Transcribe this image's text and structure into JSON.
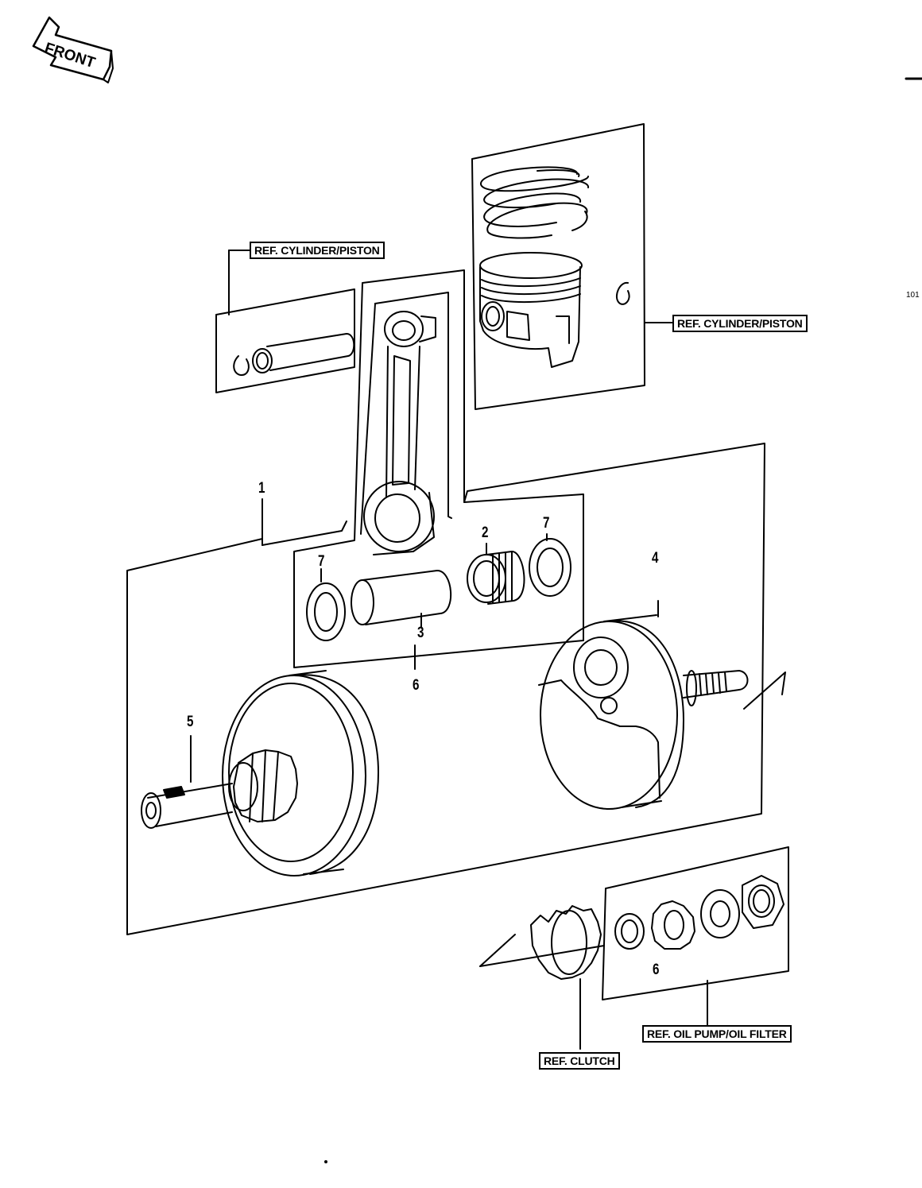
{
  "header": {
    "front_label": "FRONT",
    "page_number": "101"
  },
  "refs": {
    "cylinder_piston_left": "REF. CYLINDER/PISTON",
    "cylinder_piston_right": "REF. CYLINDER/PISTON",
    "clutch": "REF. CLUTCH",
    "oil_pump_filter": "REF. OIL PUMP/OIL FILTER"
  },
  "callouts": {
    "n1": "1",
    "n2": "2",
    "n3": "3",
    "n4": "4",
    "n5": "5",
    "n6": "6",
    "n7a": "7",
    "n7b": "7",
    "n6b": "6"
  },
  "icons": {
    "front_arrow": "front-arrow-icon"
  }
}
